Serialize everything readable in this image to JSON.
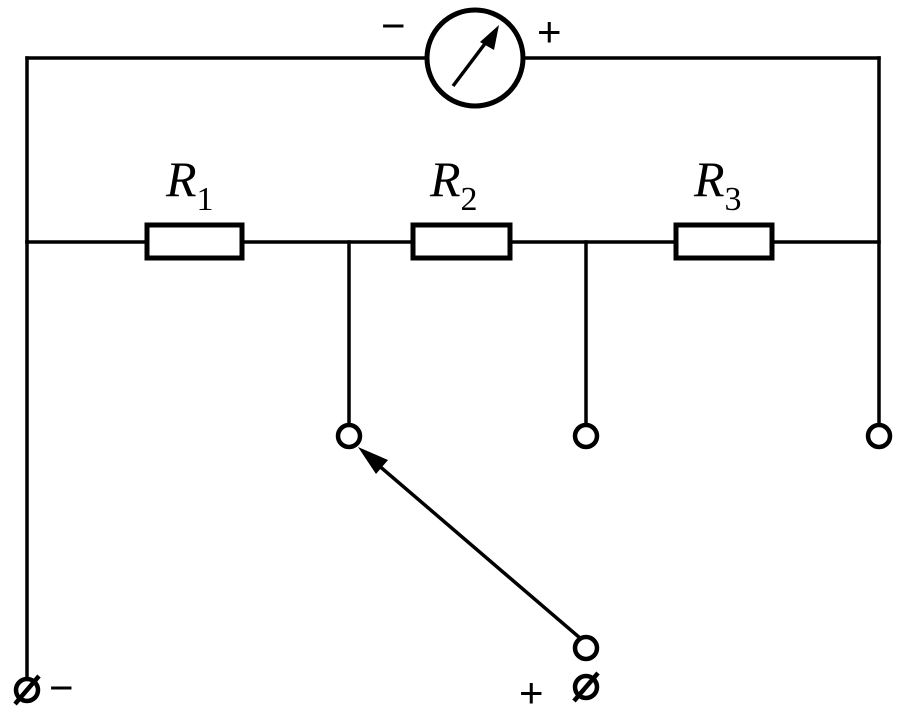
{
  "meter": {
    "minus": "−",
    "plus": "+"
  },
  "resistors": [
    {
      "letter": "R",
      "sub": "1"
    },
    {
      "letter": "R",
      "sub": "2"
    },
    {
      "letter": "R",
      "sub": "3"
    }
  ],
  "terminals": {
    "left_sign": "−",
    "right_sign": "+"
  },
  "icons": {
    "meter": "galvanometer-icon",
    "switch": "rotary-switch-arrow-icon"
  }
}
